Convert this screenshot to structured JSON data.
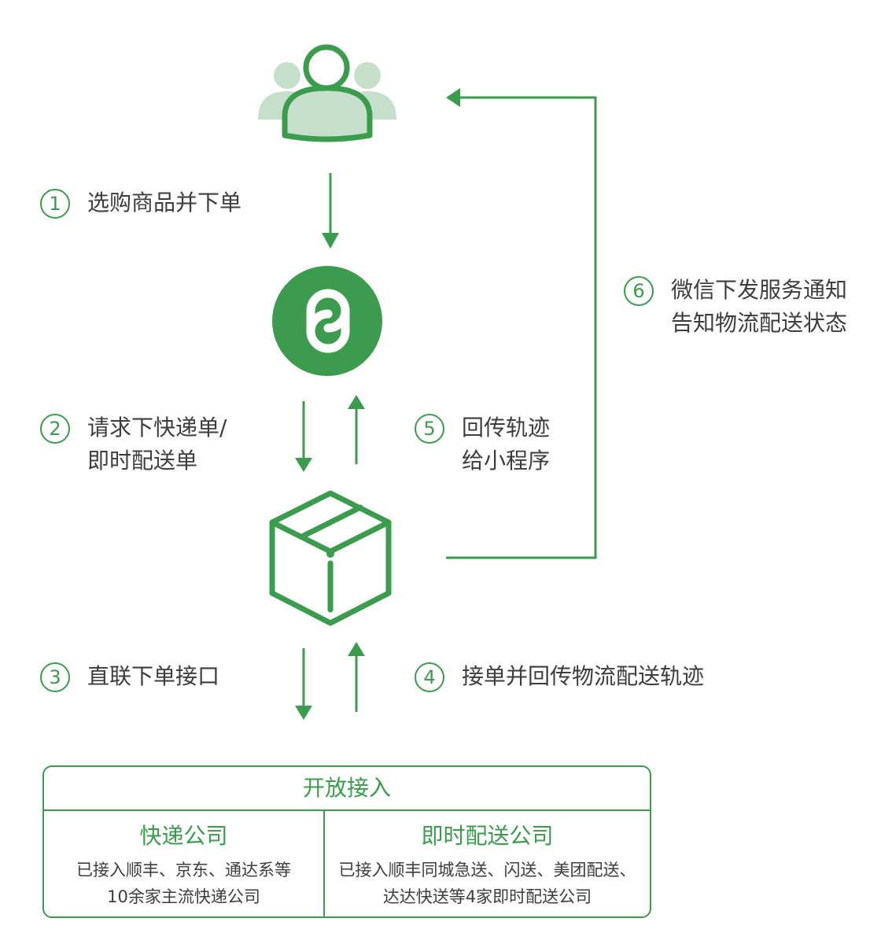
{
  "colors": {
    "accent": "#3a9c4c",
    "light_accent": "#c6dfcb",
    "text": "#3d3d3d"
  },
  "icons": {
    "user": "users-icon",
    "mini_program": "mini-program-icon",
    "package": "package-icon"
  },
  "steps": [
    {
      "number": "1",
      "lines": [
        "选购商品并下单"
      ]
    },
    {
      "number": "2",
      "lines": [
        "请求下快递单/",
        "即时配送单"
      ]
    },
    {
      "number": "3",
      "lines": [
        "直联下单接口"
      ]
    },
    {
      "number": "4",
      "lines": [
        "接单并回传物流配送轨迹"
      ]
    },
    {
      "number": "5",
      "lines": [
        "回传轨迹",
        "给小程序"
      ]
    },
    {
      "number": "6",
      "lines": [
        "微信下发服务通知",
        "告知物流配送状态"
      ]
    }
  ],
  "open_access": {
    "title": "开放接入",
    "express": {
      "title": "快递公司",
      "lines": [
        "已接入顺丰、京东、通达系等",
        "10余家主流快递公司"
      ]
    },
    "instant": {
      "title": "即时配送公司",
      "lines": [
        "已接入顺丰同城急送、闪送、美团配送、",
        "达达快送等4家即时配送公司"
      ]
    }
  }
}
